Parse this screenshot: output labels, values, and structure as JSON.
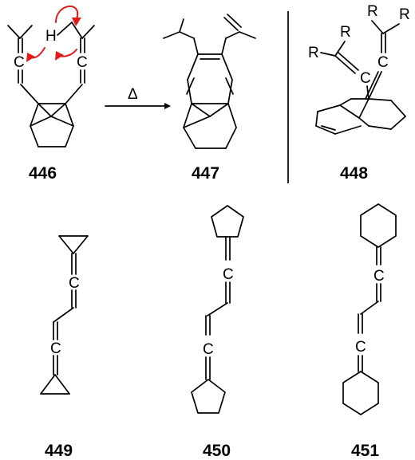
{
  "compounds": [
    {
      "id": "446",
      "label": "446"
    },
    {
      "id": "447",
      "label": "447"
    },
    {
      "id": "448",
      "label": "448"
    },
    {
      "id": "449",
      "label": "449"
    },
    {
      "id": "450",
      "label": "450"
    },
    {
      "id": "451",
      "label": "451"
    }
  ],
  "reaction": {
    "condition": "Δ"
  },
  "atoms": {
    "h": "H",
    "c": "C",
    "r": "R"
  },
  "colors": {
    "electron_arrow": "#e01b1b",
    "bond": "#000000"
  }
}
